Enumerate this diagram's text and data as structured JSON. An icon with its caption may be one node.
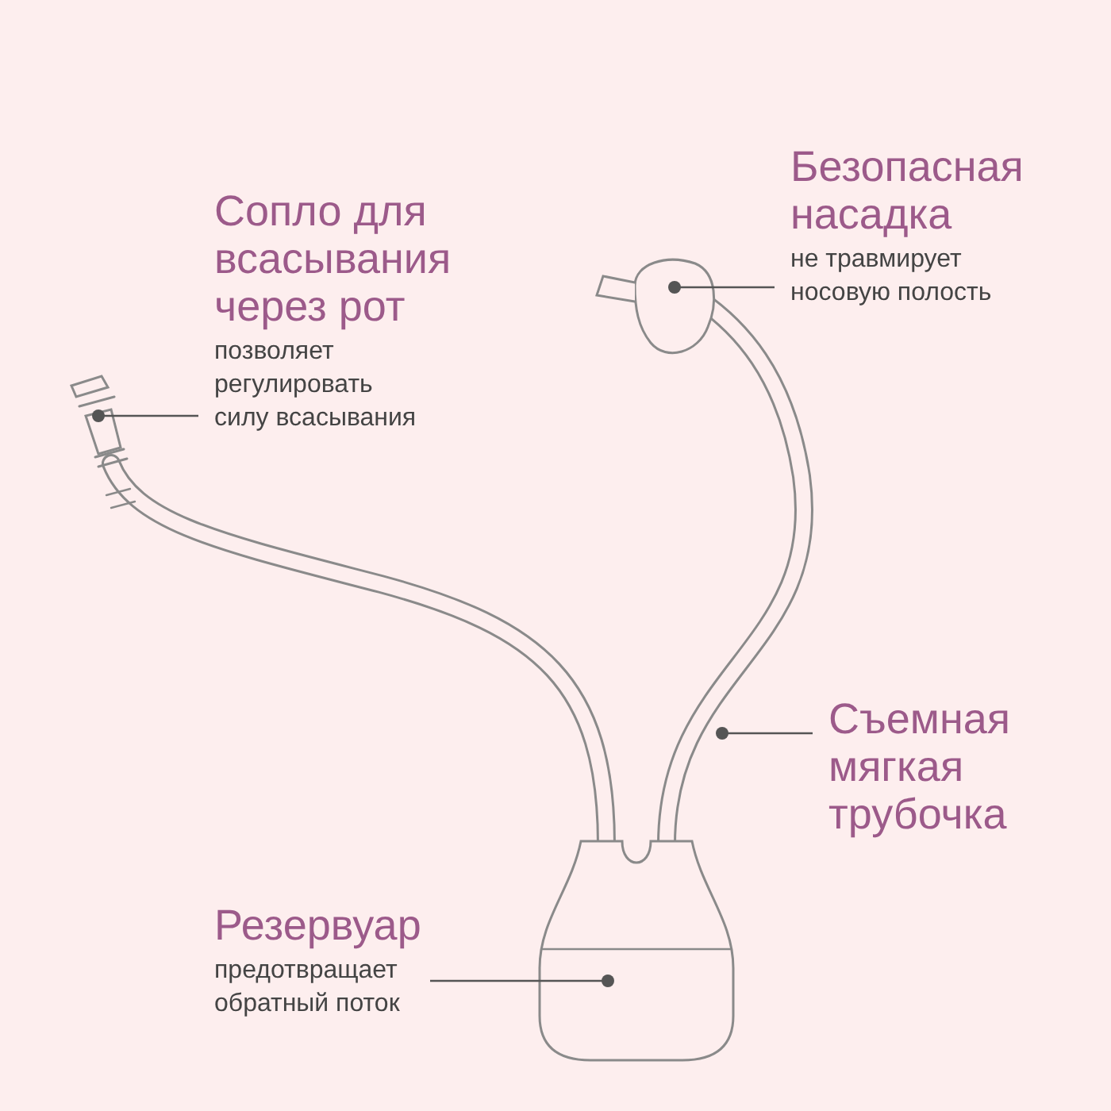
{
  "diagram": {
    "nodes": [
      {
        "text": [
          "Сопло для всасывания через рот",
          "позволяет регулировать силу всасывания"
        ]
      },
      {
        "text": [
          "Безопасная насадка",
          "не травмирует носовую полость"
        ]
      },
      {
        "text": [
          "Съемная мягкая трубочка"
        ]
      },
      {
        "text": [
          "Резервуар",
          "предотвращает обратный поток"
        ]
      }
    ],
    "edges": [
      {
        "from": 0,
        "to": null,
        "arrow": "other"
      },
      {
        "from": 1,
        "to": null,
        "arrow": "other"
      },
      {
        "from": 2,
        "to": null,
        "arrow": "other"
      },
      {
        "from": 3,
        "to": null,
        "arrow": "other"
      }
    ]
  }
}
